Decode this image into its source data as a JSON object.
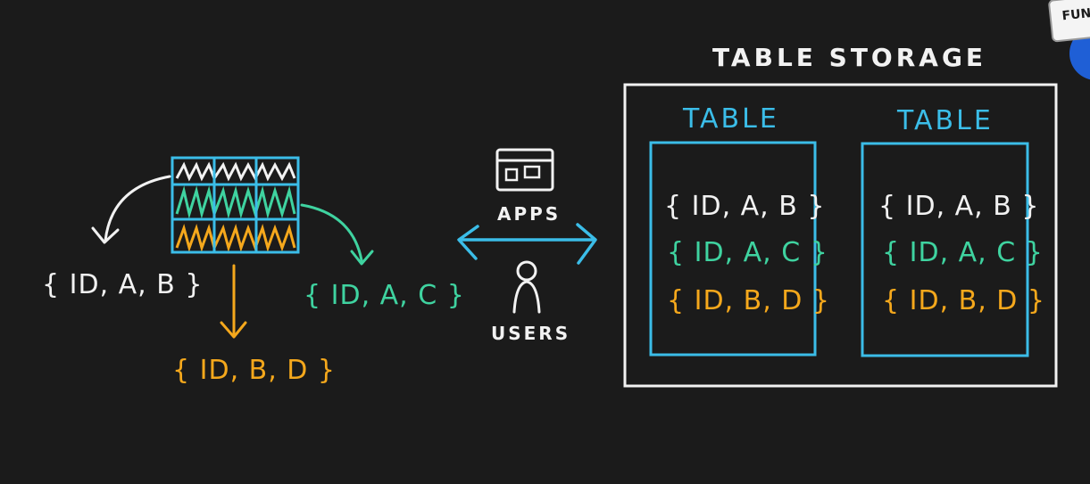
{
  "corner_badge": {
    "label": "FUN"
  },
  "left": {
    "records": [
      {
        "text": "{ ID, A, B }",
        "color": "#f2f2f2"
      },
      {
        "text": "{ ID, A, C }",
        "color": "#3fd3a0"
      },
      {
        "text": "{ ID, B, D }",
        "color": "#f5a81c"
      }
    ]
  },
  "middle": {
    "apps_label": "APPS",
    "users_label": "USERS",
    "arrow_color": "#3bbde8"
  },
  "storage": {
    "title": "TABLE STORAGE",
    "tables": [
      {
        "title": "TABLE",
        "records": [
          "{ ID, A, B }",
          "{ ID, A, C }",
          "{ ID, B, D }"
        ]
      },
      {
        "title": "TABLE",
        "records": [
          "{ ID, A, B }",
          "{ ID, A, C }",
          "{ ID, B, D }"
        ]
      }
    ]
  },
  "colors": {
    "background": "#1b1b1b",
    "white": "#f2f2f2",
    "green": "#3fd3a0",
    "orange": "#f5a81c",
    "blue": "#3bbde8"
  }
}
